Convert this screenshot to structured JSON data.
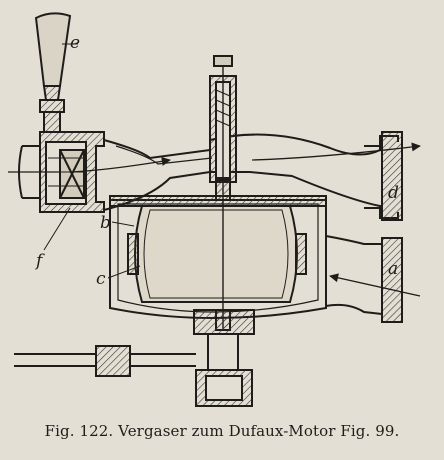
{
  "figure": {
    "labels": {
      "e": "e",
      "f": "f",
      "b": "b",
      "c": "c",
      "d": "d",
      "a": "a"
    },
    "caption": "Fig. 122.  Vergaser zum Dufaux-Motor Fig. 99."
  },
  "colors": {
    "paper": "#e3dfd4",
    "ink": "#1f1d1a",
    "hatch": "#3a3731"
  }
}
